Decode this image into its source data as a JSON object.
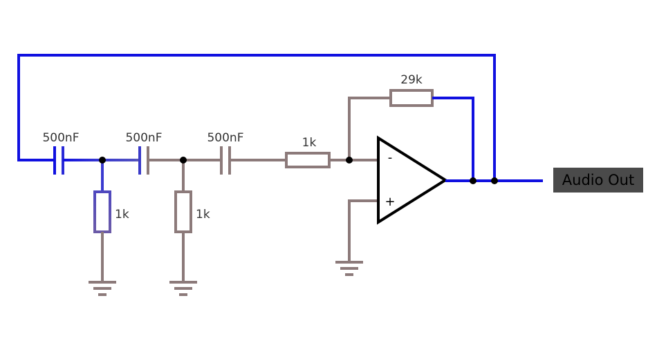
{
  "colors": {
    "active_wire": "#1010e0",
    "passive_wire": "#8c7a7a",
    "component": "#8c7a7a",
    "node": "#000000",
    "opamp": "#000000",
    "output_label_bg": "#4a4a4a"
  },
  "labels": {
    "c1": "500nF",
    "c2": "500nF",
    "c3": "500nF",
    "r_series": "1k",
    "r_shunt1": "1k",
    "r_shunt2": "1k",
    "r_feedback": "29k",
    "opamp_inverting": "-",
    "opamp_noninverting": "+",
    "output": "Audio Out"
  }
}
